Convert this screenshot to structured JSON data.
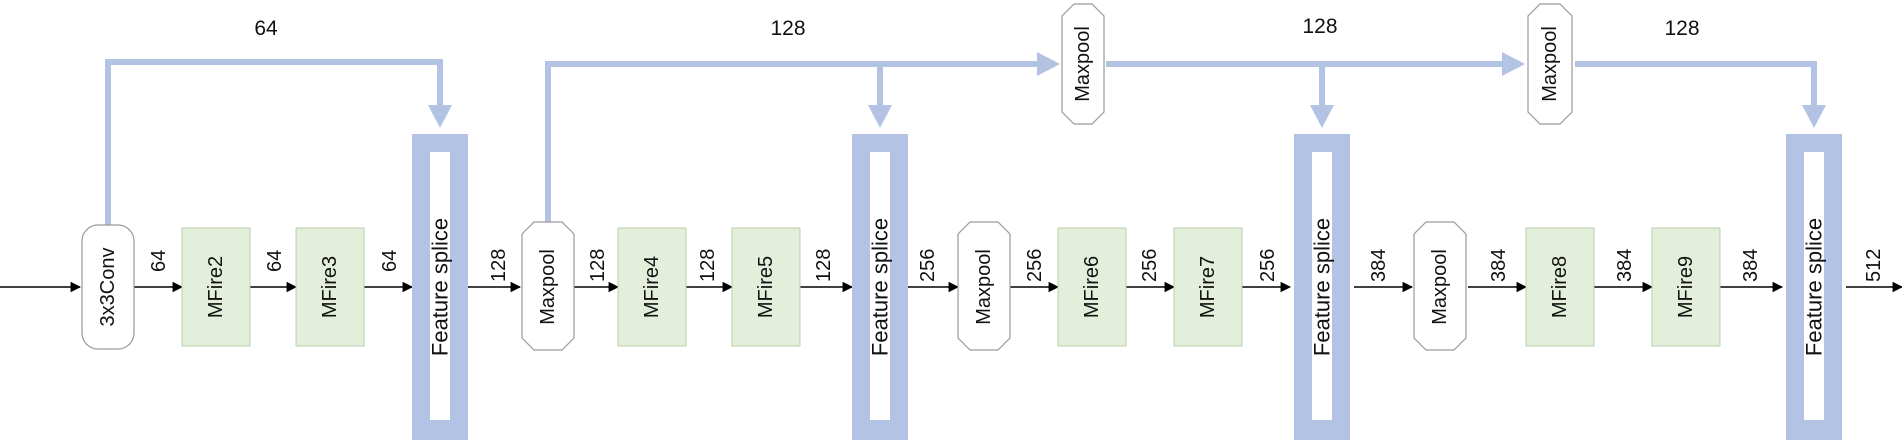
{
  "colors": {
    "skip": "#b2c3e4",
    "splice_fill": "#b2c3e4",
    "mfire_fill": "#e3efda",
    "mfire_stroke": "#b9cfae",
    "node_stroke": "#9a9a9a",
    "arrow": "#000000"
  },
  "nodes": {
    "conv": "3x3Conv",
    "mfire2": "MFire2",
    "mfire3": "MFire3",
    "splice1": "Feature splice",
    "maxpool1": "Maxpool",
    "mfire4": "MFire4",
    "mfire5": "MFire5",
    "splice2": "Feature splice",
    "maxpool2": "Maxpool",
    "mfire6": "MFire6",
    "mfire7": "MFire7",
    "splice3": "Feature splice",
    "maxpool3": "Maxpool",
    "mfire8": "MFire8",
    "mfire9": "MFire9",
    "splice4": "Feature splice",
    "skip_maxpool1": "Maxpool",
    "skip_maxpool2": "Maxpool"
  },
  "edges": {
    "e1": "64",
    "e2": "64",
    "e3": "64",
    "e4": "128",
    "e5": "128",
    "e6": "128",
    "e7": "128",
    "e8": "256",
    "e9": "256",
    "e10": "256",
    "e11": "256",
    "e12": "384",
    "e13": "384",
    "e14": "384",
    "e15": "384",
    "e16": "512"
  },
  "skips": {
    "s1": "64",
    "s2": "128",
    "s3": "128",
    "s4": "128"
  }
}
